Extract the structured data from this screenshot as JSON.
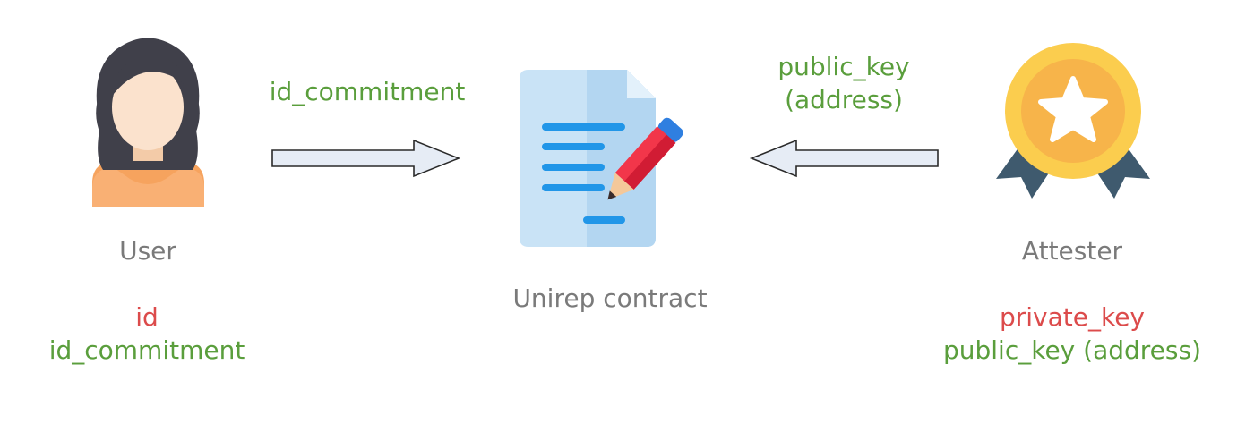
{
  "user": {
    "title": "User",
    "secrets": [
      {
        "text": "id",
        "color": "#dc4b4b"
      },
      {
        "text": "id_commitment",
        "color": "#5a9e3c"
      }
    ]
  },
  "contract": {
    "title": "Unirep contract"
  },
  "attester": {
    "title": "Attester",
    "secrets": [
      {
        "text": "private_key",
        "color": "#dc4b4b"
      },
      {
        "text": "public_key (address)",
        "color": "#5a9e3c"
      }
    ]
  },
  "edges": {
    "user_to_contract": {
      "label": "id_commitment",
      "color": "#5a9e3c"
    },
    "attester_to_contract": {
      "label_line1": "public_key",
      "label_line2": "(address)",
      "color": "#5a9e3c"
    }
  },
  "icons": {
    "user": "user-avatar-icon",
    "contract": "document-edit-icon",
    "attester": "award-medal-icon"
  }
}
